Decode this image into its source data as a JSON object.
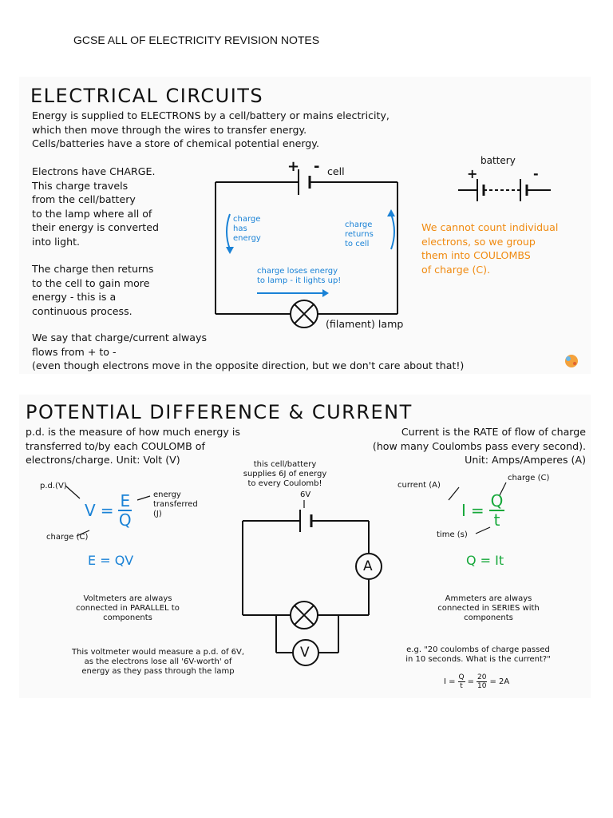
{
  "header": {
    "title": "GCSE ALL OF ELECTRICITY REVISION NOTES"
  },
  "circuits": {
    "title": "ELECTRICAL CIRCUITS",
    "intro": [
      "Energy is supplied to ELECTRONS by a cell/battery or mains electricity,",
      "which then move through the wires to transfer energy.",
      "Cells/batteries have a store of chemical potential energy."
    ],
    "left_para1": [
      "Electrons have CHARGE.",
      "This charge travels",
      "from the cell/battery",
      "to the lamp where all of",
      "their energy is converted",
      "into light."
    ],
    "left_para2": [
      "The charge then returns",
      "to the cell to gain more",
      "energy - this is a",
      "continuous process."
    ],
    "bottom": [
      "We say that charge/current always",
      "flows from + to -",
      "(even though electrons move in the opposite direction, but we don't care about that!)"
    ],
    "cell_label": "cell",
    "plus": "+",
    "minus": "-",
    "lamp_label": "(filament) lamp",
    "charge_has_energy": [
      "charge",
      "has",
      "energy"
    ],
    "charge_returns": [
      "charge",
      "returns",
      "to cell"
    ],
    "charge_loses": [
      "charge loses energy",
      "to lamp - it lights up!"
    ],
    "battery_label": "battery",
    "orange_note": [
      "We cannot count individual",
      "electrons, so we group",
      "them into COULOMBS",
      "of charge (C)."
    ]
  },
  "pd": {
    "title": "POTENTIAL DIFFERENCE & CURRENT",
    "left_intro": [
      "p.d. is the measure of how much energy is",
      "transferred to/by each COULOMB of",
      "electrons/charge. Unit: Volt (V)"
    ],
    "right_intro": [
      "Current is the RATE of flow of charge",
      "(how many Coulombs pass every second).",
      "Unit: Amps/Amperes (A)"
    ],
    "pd_label": "p.d.(V)",
    "energy_label": [
      "energy",
      "transferred",
      "(J)"
    ],
    "charge_label": "charge (C)",
    "eq_V": "V",
    "eq_eq": "=",
    "eq_E": "E",
    "eq_Q": "Q",
    "eq2": "E = QV",
    "voltmeter_note": [
      "Voltmeters are always",
      "connected in PARALLEL to",
      "components"
    ],
    "voltmeter_bottom": [
      "This voltmeter would measure a p.d. of 6V,",
      "as the electrons lose all '6V-worth' of",
      "energy as they pass through the lamp"
    ],
    "cell_note": [
      "this cell/battery",
      "supplies 6J of energy",
      "to every Coulomb!"
    ],
    "cell_v": "6V",
    "ammeter_symbol": "A",
    "voltmeter_symbol": "V",
    "current_label": "current (A)",
    "charge_c_label": "charge (C)",
    "time_label": "time (s)",
    "eq_I": "I",
    "eq_t": "t",
    "eq3": "Q = It",
    "ammeter_note": [
      "Ammeters are always",
      "connected in SERIES with",
      "components"
    ],
    "example": [
      "e.g. \"20 coulombs of charge passed",
      "in 10 seconds. What is the current?\""
    ],
    "calc": {
      "I": "I =",
      "q": "Q",
      "t": "t",
      "eq": "=",
      "n": "20",
      "d": "10",
      "result": "= 2A"
    }
  }
}
